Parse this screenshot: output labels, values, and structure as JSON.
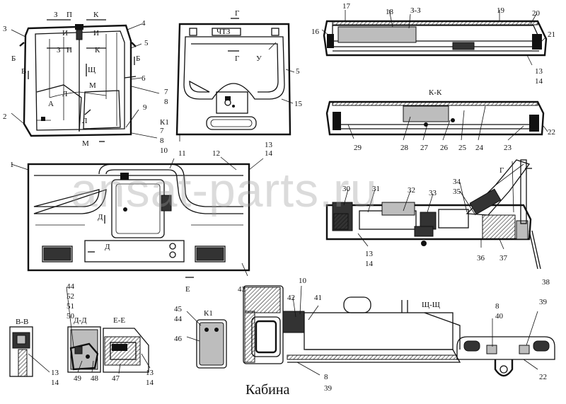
{
  "caption": "Кабина",
  "watermark": "ansat-parts.ru",
  "colors": {
    "ink": "#111111",
    "paper": "#ffffff",
    "watermark": "#9a9a9a"
  },
  "callouts": [
    {
      "id": "n1",
      "t": "1"
    },
    {
      "id": "n2",
      "t": "2"
    },
    {
      "id": "n3",
      "t": "3"
    },
    {
      "id": "n4",
      "t": "4"
    },
    {
      "id": "n5a",
      "t": "5"
    },
    {
      "id": "n5b",
      "t": "5"
    },
    {
      "id": "n6",
      "t": "6"
    },
    {
      "id": "n7a",
      "t": "7"
    },
    {
      "id": "n8a",
      "t": "8"
    },
    {
      "id": "n9",
      "t": "9"
    },
    {
      "id": "n7b",
      "t": "7"
    },
    {
      "id": "n8b",
      "t": "8"
    },
    {
      "id": "n10a",
      "t": "10"
    },
    {
      "id": "n11",
      "t": "11"
    },
    {
      "id": "n12",
      "t": "12"
    },
    {
      "id": "n13a",
      "t": "13"
    },
    {
      "id": "n14a",
      "t": "14"
    },
    {
      "id": "n15",
      "t": "15"
    },
    {
      "id": "n16",
      "t": "16"
    },
    {
      "id": "n17",
      "t": "17"
    },
    {
      "id": "n18",
      "t": "18"
    },
    {
      "id": "n19",
      "t": "19"
    },
    {
      "id": "n20",
      "t": "20"
    },
    {
      "id": "n21",
      "t": "21"
    },
    {
      "id": "n13b",
      "t": "13"
    },
    {
      "id": "n14b",
      "t": "14"
    },
    {
      "id": "n22a",
      "t": "22"
    },
    {
      "id": "n23",
      "t": "23"
    },
    {
      "id": "n24",
      "t": "24"
    },
    {
      "id": "n25",
      "t": "25"
    },
    {
      "id": "n26",
      "t": "26"
    },
    {
      "id": "n27",
      "t": "27"
    },
    {
      "id": "n28",
      "t": "28"
    },
    {
      "id": "n29",
      "t": "29"
    },
    {
      "id": "n30",
      "t": "30"
    },
    {
      "id": "n31",
      "t": "31"
    },
    {
      "id": "n32",
      "t": "32"
    },
    {
      "id": "n33",
      "t": "33"
    },
    {
      "id": "n34",
      "t": "34"
    },
    {
      "id": "n35",
      "t": "35"
    },
    {
      "id": "n36",
      "t": "36"
    },
    {
      "id": "n37",
      "t": "37"
    },
    {
      "id": "n38",
      "t": "38"
    },
    {
      "id": "n13c",
      "t": "13"
    },
    {
      "id": "n14c",
      "t": "14"
    },
    {
      "id": "n43",
      "t": "43"
    },
    {
      "id": "n44a",
      "t": "44"
    },
    {
      "id": "n52",
      "t": "52"
    },
    {
      "id": "n51",
      "t": "51"
    },
    {
      "id": "n50",
      "t": "50"
    },
    {
      "id": "n13d",
      "t": "13"
    },
    {
      "id": "n14d",
      "t": "14"
    },
    {
      "id": "n49",
      "t": "49"
    },
    {
      "id": "n48",
      "t": "48"
    },
    {
      "id": "n47",
      "t": "47"
    },
    {
      "id": "n13e",
      "t": "13"
    },
    {
      "id": "n14e",
      "t": "14"
    },
    {
      "id": "n45",
      "t": "45"
    },
    {
      "id": "n44b",
      "t": "44"
    },
    {
      "id": "n46",
      "t": "46"
    },
    {
      "id": "n42",
      "t": "42"
    },
    {
      "id": "n10b",
      "t": "10"
    },
    {
      "id": "n41",
      "t": "41"
    },
    {
      "id": "n8c",
      "t": "8"
    },
    {
      "id": "n39a",
      "t": "39"
    },
    {
      "id": "n8d",
      "t": "8"
    },
    {
      "id": "n40",
      "t": "40"
    },
    {
      "id": "n39b",
      "t": "39"
    },
    {
      "id": "n22b",
      "t": "22"
    }
  ],
  "section_marks": [
    {
      "id": "sZ1",
      "t": "З"
    },
    {
      "id": "sP",
      "t": "П"
    },
    {
      "id": "sK1",
      "t": "К"
    },
    {
      "id": "sI1",
      "t": "И"
    },
    {
      "id": "sI2",
      "t": "И"
    },
    {
      "id": "sZ2",
      "t": "З"
    },
    {
      "id": "sN",
      "t": "Н"
    },
    {
      "id": "sK2",
      "t": "К"
    },
    {
      "id": "sB1",
      "t": "Б"
    },
    {
      "id": "sB2",
      "t": "Б"
    },
    {
      "id": "sV",
      "t": "В"
    },
    {
      "id": "sSh",
      "t": "Щ"
    },
    {
      "id": "sM1",
      "t": "М"
    },
    {
      "id": "sA",
      "t": "А"
    },
    {
      "id": "sL1",
      "t": "Л"
    },
    {
      "id": "sL2",
      "t": "Л"
    },
    {
      "id": "sM2",
      "t": "М"
    },
    {
      "id": "sG1",
      "t": "Г"
    },
    {
      "id": "sG2",
      "t": "Г"
    },
    {
      "id": "sU",
      "t": "У"
    },
    {
      "id": "sK1b",
      "t": "К1"
    },
    {
      "id": "sD1",
      "t": "Д"
    },
    {
      "id": "sD2",
      "t": "Д"
    },
    {
      "id": "sE",
      "t": "Е"
    },
    {
      "id": "sG3",
      "t": "Г"
    }
  ],
  "section_titles": [
    {
      "id": "tZZ",
      "t": "З-З"
    },
    {
      "id": "tKK",
      "t": "К-К"
    },
    {
      "id": "tVV",
      "t": "В-В"
    },
    {
      "id": "tDD",
      "t": "Д-Д"
    },
    {
      "id": "tEE",
      "t": "Е-Е"
    },
    {
      "id": "tK1",
      "t": "К1"
    },
    {
      "id": "tShSh",
      "t": "Щ-Щ"
    }
  ],
  "badge": "ЧТЗ"
}
